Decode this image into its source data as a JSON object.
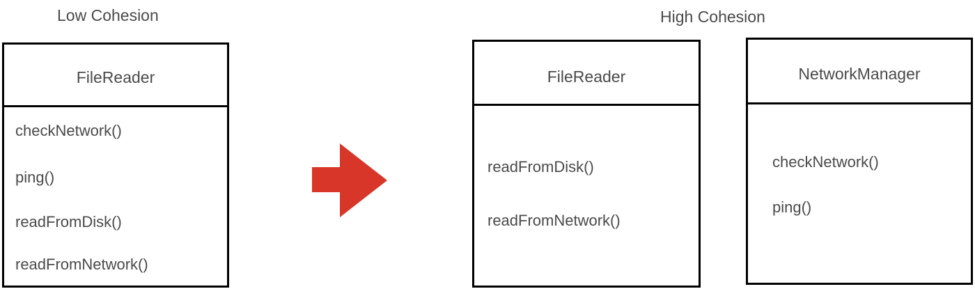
{
  "low_cohesion": {
    "heading": "Low Cohesion",
    "class": {
      "name": "FileReader",
      "methods": [
        "checkNetwork()",
        "ping()",
        "readFromDisk()",
        "readFromNetwork()"
      ]
    }
  },
  "high_cohesion": {
    "heading": "High Cohesion",
    "classes": [
      {
        "name": "FileReader",
        "methods": [
          "readFromDisk()",
          "readFromNetwork()"
        ]
      },
      {
        "name": "NetworkManager",
        "methods": [
          "checkNetwork()",
          "ping()"
        ]
      }
    ]
  },
  "arrow": {
    "color": "#d9362a",
    "icon": "right-arrow-icon"
  }
}
